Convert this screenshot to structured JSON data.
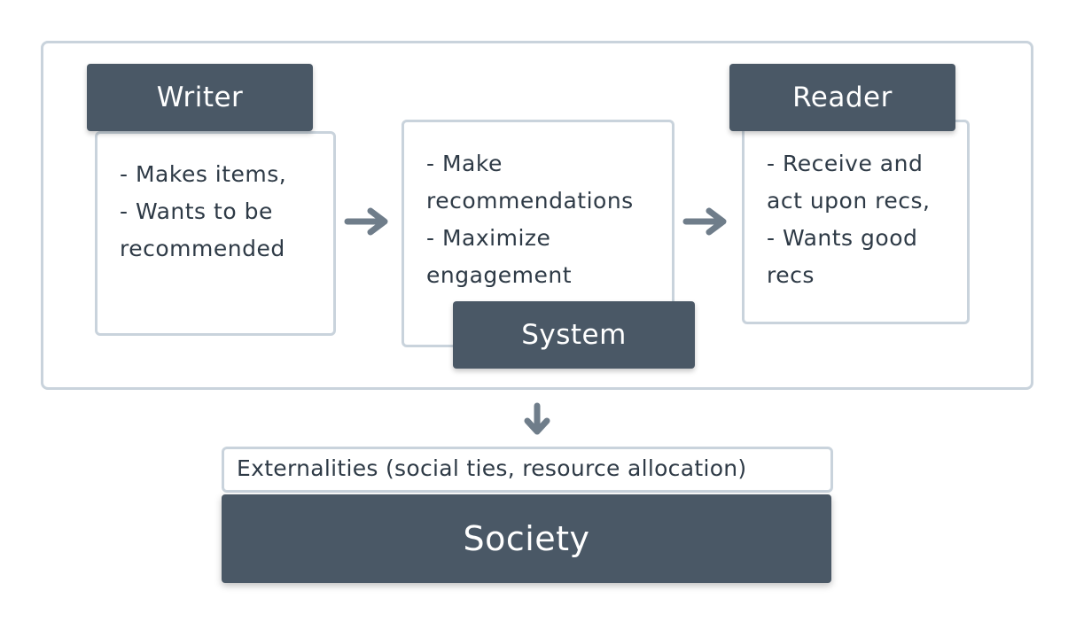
{
  "writer": {
    "title": "Writer",
    "lines": [
      "- Makes items,",
      "- Wants to be",
      "recommended"
    ]
  },
  "system": {
    "title": "System",
    "lines": [
      "- Make",
      "recommendations",
      "- Maximize",
      "engagement"
    ]
  },
  "reader": {
    "title": "Reader",
    "lines": [
      "- Receive and",
      "act upon recs,",
      "- Wants good",
      "recs"
    ]
  },
  "externalities": "Externalities (social ties, resource allocation)",
  "society": "Society",
  "colors": {
    "title_fill": "#4a5866",
    "border": "#c9d3dc",
    "arrow": "#6f7d8a",
    "text": "#2e3a46"
  },
  "icons": {
    "arrow_right": "arrow-right-icon",
    "arrow_down": "arrow-down-icon"
  }
}
